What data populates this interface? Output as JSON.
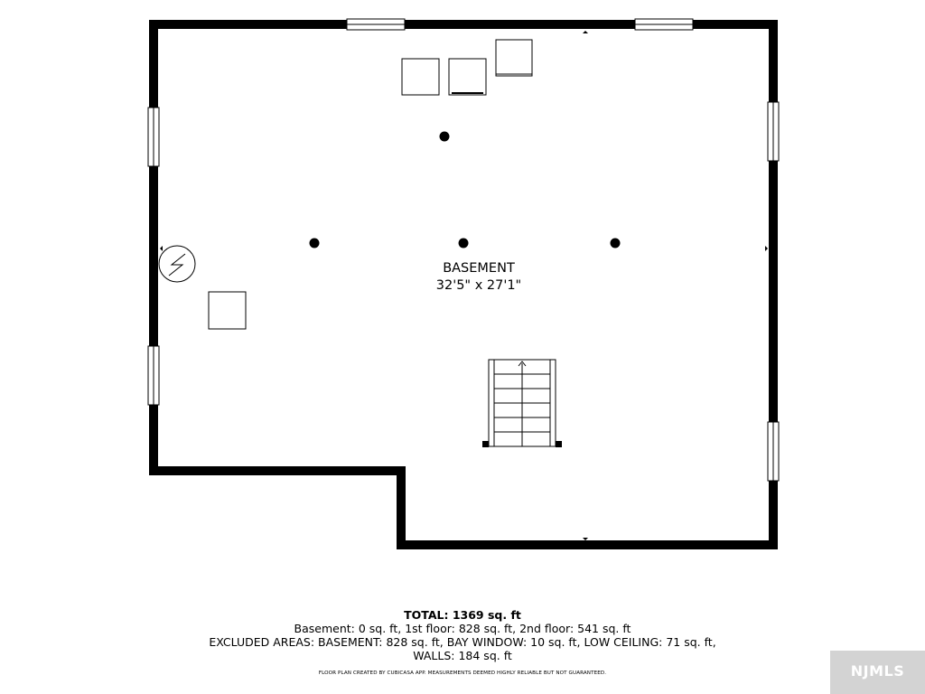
{
  "room": {
    "name": "BASEMENT",
    "dimensions": "32'5\" x 27'1\""
  },
  "summary": {
    "total": "TOTAL: 1369 sq. ft",
    "line1": "Basement: 0 sq. ft, 1st floor: 828 sq. ft, 2nd floor: 541 sq. ft",
    "line2": "EXCLUDED AREAS: BASEMENT: 828 sq. ft, BAY WINDOW: 10 sq. ft, LOW CEILING: 71 sq. ft,",
    "line3": "WALLS: 184 sq. ft"
  },
  "disclaimer": "FLOOR PLAN CREATED BY CUBICASA APP. MEASUREMENTS DEEMED HIGHLY RELIABLE BUT NOT GUARANTEED.",
  "watermark": "NJMLS",
  "icons": {
    "water_heater": "water-heater-icon",
    "stairs_arrow": "stairs-up-arrow-icon",
    "column": "column-icon"
  },
  "colors": {
    "wall": "#000000",
    "background": "#ffffff",
    "watermark_bg": "#d3d3d3"
  }
}
